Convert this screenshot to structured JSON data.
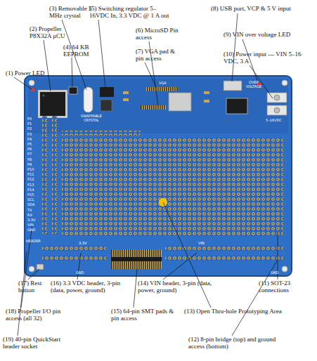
{
  "diagram": {
    "labels": [
      "(3) Removable 5 MHz crystal",
      "(5) Switching regulator 5–16VDC In, 3.3 VDC @ 1 A out",
      "(8) USB port, VCP & 5 V input",
      "(2) Propeller P8X32A μCU",
      "(6) MicroSD Pin access",
      "(9) VIN over voltage LED",
      "(4) 64 KB EEPROM",
      "(7) VGA pad & pin access",
      "(10) Power input — VIN 5–16 VDC, 3 A",
      "(1) Power LED",
      "VGA",
      "SWAPPABLE CRYSTAL",
      "OVER VOLTAGE",
      "5–16VDC",
      "P0",
      "P1",
      "P2",
      "P3",
      "P4",
      "P5",
      "P6",
      "P7",
      "P8",
      "P9",
      "P10",
      "P11",
      "P12",
      "P13",
      "P14",
      "P15",
      "SCL",
      "SDA",
      "TX",
      "RX",
      "3.3V",
      "VIN",
      "GND",
      "HEADER",
      "3.3V",
      "VIN",
      "GND",
      "GND",
      "(17) Rest button",
      "(16) 3.3 VDC header, 3-pin (data, power, ground)",
      "(14) VIN header, 3-pin (data, power, ground)",
      "(11) SOT-23 connections",
      "(18) Propeller I/O pin access (all 32)",
      "(15) 64-pin SMT pads & pin access",
      "(13) Open Thru-hole Prototyping Area",
      "(19) 40-pin QuickStart header socket",
      "(12) 8-pin bridge (top) and ground access (bottom)"
    ]
  }
}
